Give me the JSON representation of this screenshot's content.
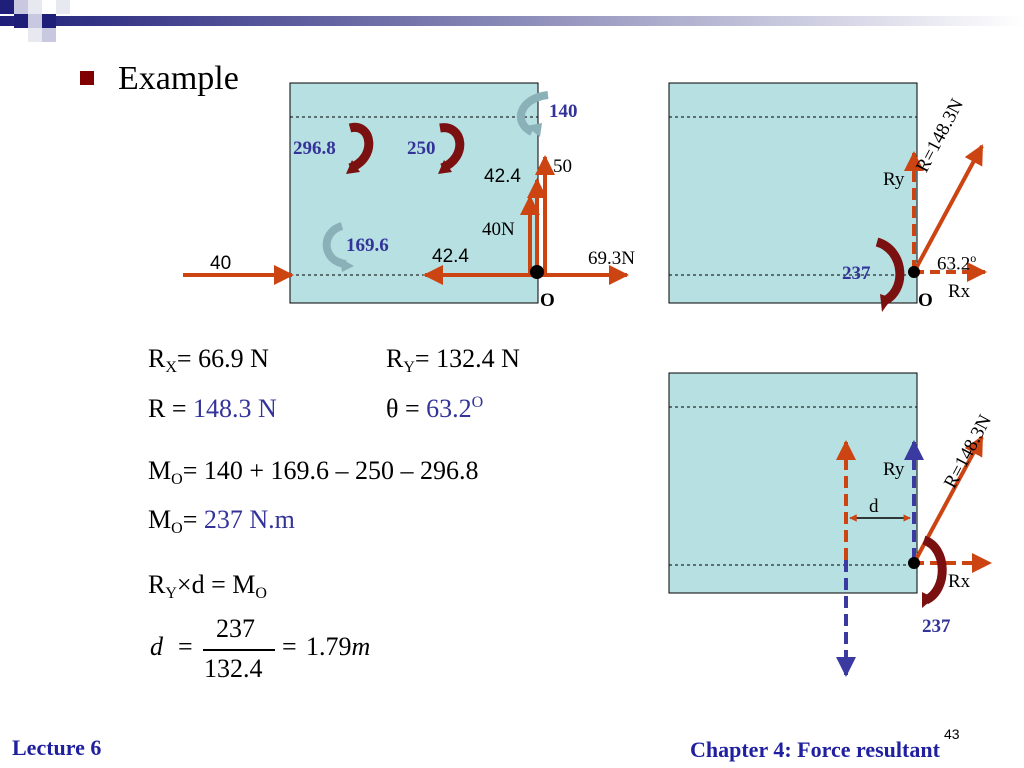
{
  "slide": {
    "title": "Example",
    "footer_left": "Lecture 6",
    "footer_right": "Chapter 4: Force resultant",
    "page_number": "43"
  },
  "colors": {
    "force": "#cc4411",
    "moment": "#7a1010",
    "moment_light": "#a8c8d0",
    "blue_text": "#333399",
    "dashed_blue": "#3a3aa0",
    "panel_fill": "#b7e0e2",
    "header_dark": "#1f1f7a"
  },
  "diagram1": {
    "force_40": "40",
    "force_69": "69.3N",
    "force_40N": "40N",
    "force_50": "50",
    "label_42_4_horizontal": "42.4",
    "label_42_4_vertical": "42.4",
    "moment_140": "140",
    "moment_296": "296.8",
    "moment_250": "250",
    "moment_169": "169.6",
    "origin": "O"
  },
  "diagram2": {
    "ry": "Ry",
    "rx": "Rx",
    "resultant": "R=148.3N",
    "angle": "63.2",
    "angle_unit": "o",
    "moment": "237",
    "origin": "O"
  },
  "diagram3": {
    "ry": "Ry",
    "rx": "Rx",
    "resultant": "R=148.3N",
    "distance": "d",
    "moment": "237"
  },
  "equations": {
    "rx": {
      "symbol": "R",
      "sub": "X",
      "value": "= 66.9 N"
    },
    "ry": {
      "symbol": "R",
      "sub": "Y",
      "value": "= 132.4 N"
    },
    "r": {
      "prefix": "R = ",
      "value": "148.3 N"
    },
    "theta": {
      "prefix": "θ = ",
      "value": "63.2",
      "sup": "O"
    },
    "mo_sum": {
      "symbol": "M",
      "sub": "O",
      "value": "= 140 + 169.6 – 250 – 296.8"
    },
    "mo_result": {
      "symbol": "M",
      "sub": "O",
      "eq": "= ",
      "value": "237 N.m"
    },
    "ryd": {
      "symbol": "R",
      "sub": "Y",
      "mid": "×d = M",
      "sub2": "O"
    },
    "d_eq": {
      "lhs": "d",
      "eq1": "=",
      "num": "237",
      "den": "132.4",
      "eq2": "=",
      "result": "1.79",
      "unit": "m"
    }
  }
}
